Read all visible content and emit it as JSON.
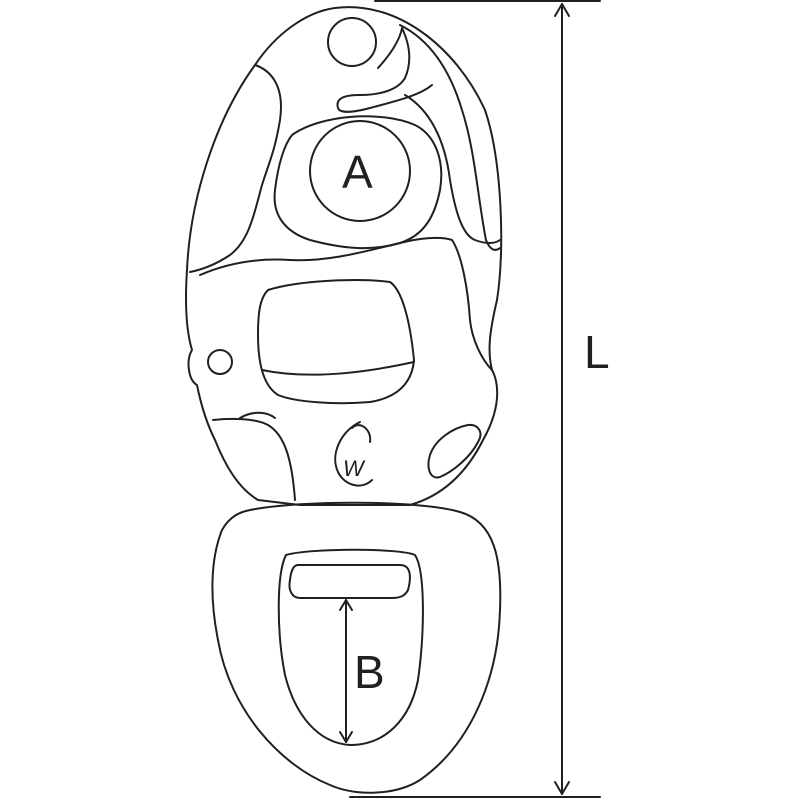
{
  "labels": {
    "a": "A",
    "b": "B",
    "l": "L"
  },
  "logo": {
    "letter": "W"
  },
  "colors": {
    "line": "#231f20",
    "background": "#ffffff"
  }
}
